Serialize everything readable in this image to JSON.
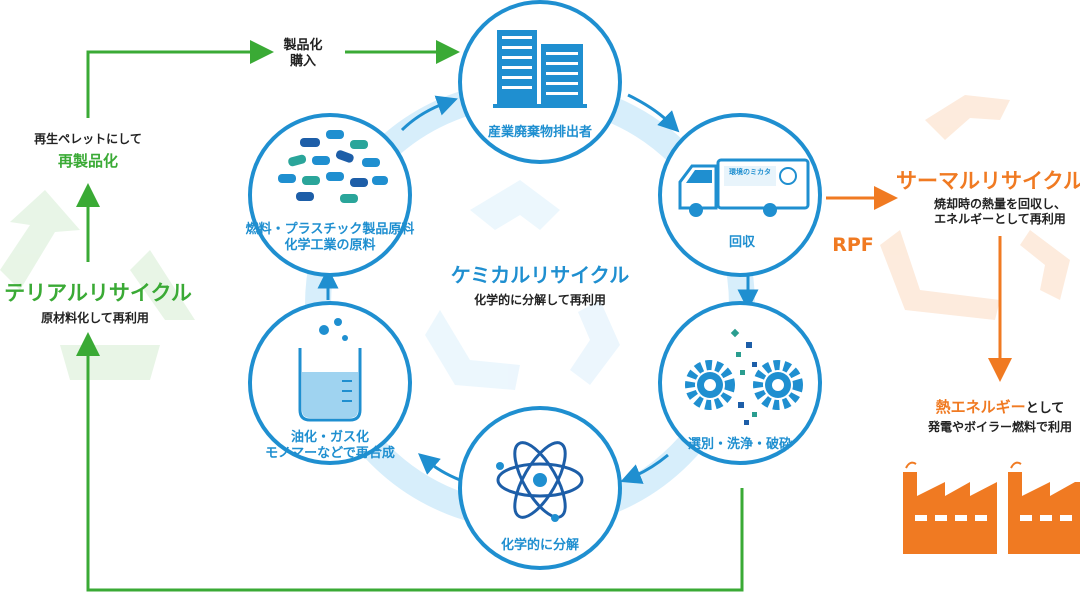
{
  "colors": {
    "blue": "#1f8fd0",
    "light_blue": "#d7eefb",
    "green": "#3aaa35",
    "orange": "#f07a22"
  },
  "center": {
    "title": "ケミカルリサイクル",
    "subtitle": "化学的に分解して再利用"
  },
  "nodes": [
    {
      "label": "産業廃棄物排出者",
      "icon": "building-icon"
    },
    {
      "label": "回収",
      "icon": "truck-icon"
    },
    {
      "label": "選別・洗浄・破砕",
      "icon": "gears-icon"
    },
    {
      "label": "化学的に分解",
      "icon": "atom-icon"
    },
    {
      "label": "油化・ガス化\nモノマーなどで再合成",
      "icon": "beaker-icon"
    },
    {
      "label": "燃料・プラスチック製品原料\n化学工業の原料",
      "icon": "pellets-icon"
    }
  ],
  "truck_sign": "環境のミカタ",
  "left": {
    "top_arrow_label": "製品化\n購入",
    "pellet_small": "再生ペレットにして",
    "pellet_big": "再製品化",
    "title": "テリアルリサイクル",
    "subtitle": "原材料化して再利用"
  },
  "right": {
    "rpf": "RPF",
    "title": "サーマルリサイクル",
    "desc": "焼却時の熱量を回収し、\nエネルギーとして再利用",
    "energy_big": "熱エネルギー",
    "energy_suffix": "として",
    "energy_desc": "発電やボイラー燃料で利用"
  }
}
